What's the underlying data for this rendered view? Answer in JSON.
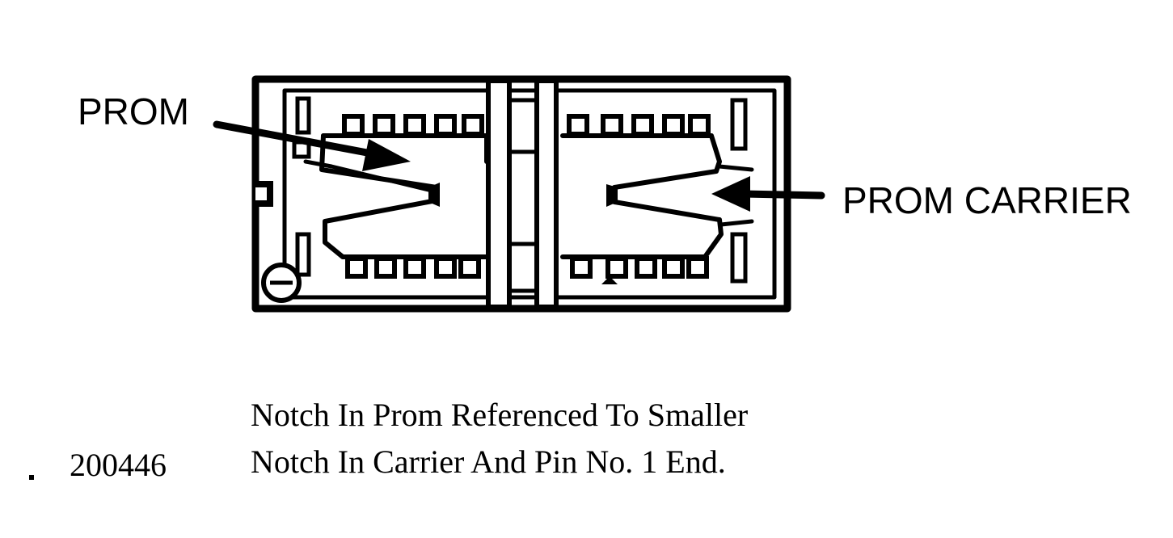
{
  "labels": {
    "prom": "PROM",
    "prom_carrier": "PROM CARRIER"
  },
  "caption": {
    "line1": "Notch In Prom Referenced To Smaller",
    "line2": "Notch In Carrier And Pin No. 1 End.",
    "figure_number": "200446"
  },
  "colors": {
    "ink": "#000000",
    "paper": "#ffffff"
  }
}
